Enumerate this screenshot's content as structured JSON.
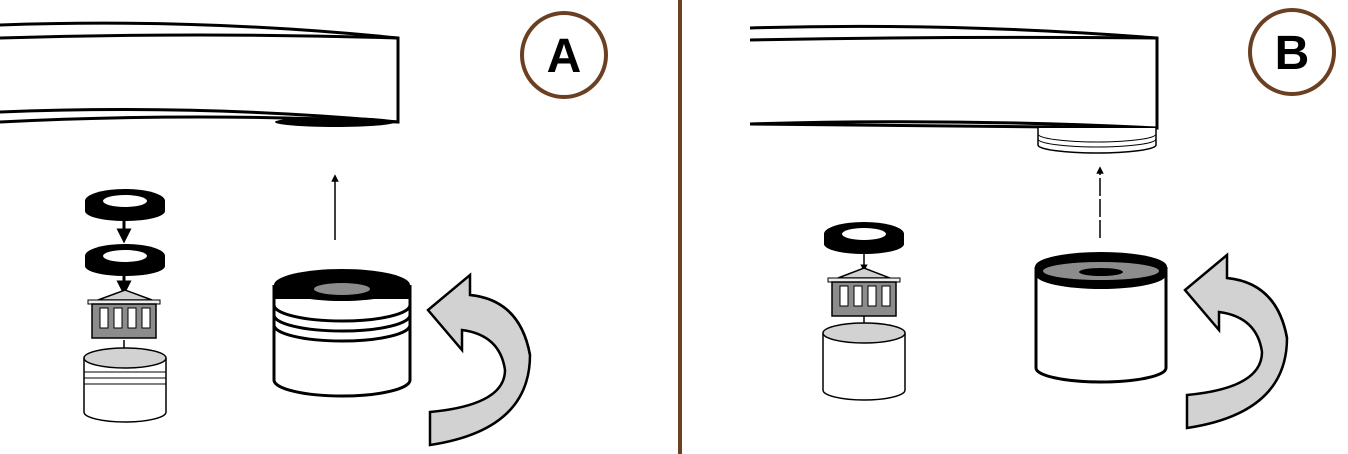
{
  "panels": [
    {
      "id": "A",
      "label": "A"
    },
    {
      "id": "B",
      "label": "B"
    }
  ],
  "colors": {
    "divider": "#6b3f22",
    "label_ring": "#6b3f22",
    "ink": "#000000",
    "gray": "#8c8c8c",
    "light_gray": "#d2d2d2",
    "paper": "#ffffff"
  },
  "icons": [
    "arrow-up-icon",
    "arrow-down-icon",
    "curved-rotate-arrow-icon",
    "ring-icon",
    "cylinder-icon",
    "filter-holder-icon"
  ]
}
